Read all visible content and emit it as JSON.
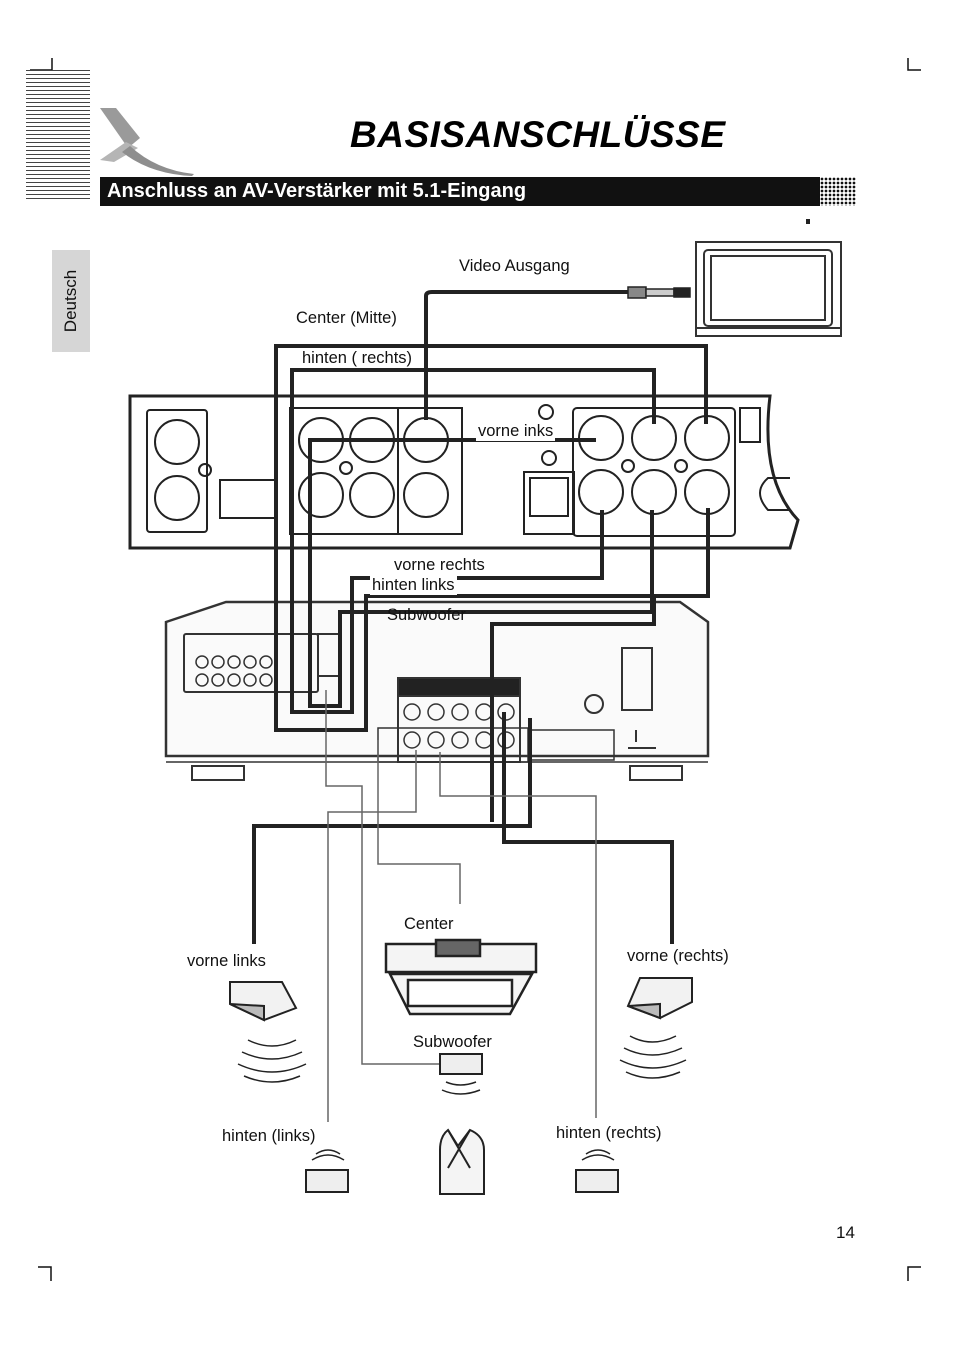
{
  "header": {
    "title": "BASISANSCHLÜSSE",
    "section_title": "Anschluss an AV-Verstärker mit 5.1-Eingang",
    "language_tab": "Deutsch"
  },
  "diagram": {
    "labels": {
      "video_out": "Video Ausgang",
      "center_middle": "Center (Mitte)",
      "rear_right_top": "hinten ( rechts)",
      "front_left_top": "vorne inks",
      "front_right_mid": "vorne rechts",
      "rear_left_mid": "hinten links",
      "subwoofer_mid": "Subwoofer",
      "center_speaker": "Center",
      "front_left_speaker": "vorne links",
      "front_right_speaker": "vorne (rechts)",
      "subwoofer_speaker": "Subwoofer",
      "rear_left_speaker": "hinten (links)",
      "rear_right_speaker": "hinten (rechts)"
    }
  },
  "footer": {
    "page_number": "14"
  }
}
